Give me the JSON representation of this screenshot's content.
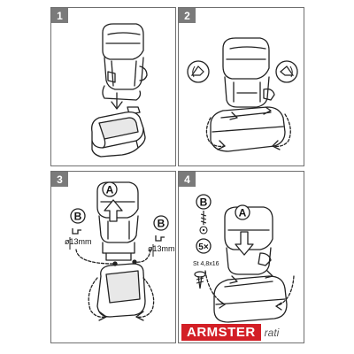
{
  "steps": [
    {
      "number": "1"
    },
    {
      "number": "2"
    },
    {
      "number": "3",
      "label_a": "A",
      "label_b_left": "B",
      "label_b_right": "B",
      "diameter_left": "ø13mm",
      "diameter_right": "ø13mm"
    },
    {
      "number": "4",
      "label_a": "A",
      "label_b": "B",
      "quantity": "5×",
      "screw_size": "St 4,8x16"
    }
  ],
  "logo": {
    "brand": "ARMSTER",
    "maker": "rati",
    "brand_color": "#d31f26"
  }
}
